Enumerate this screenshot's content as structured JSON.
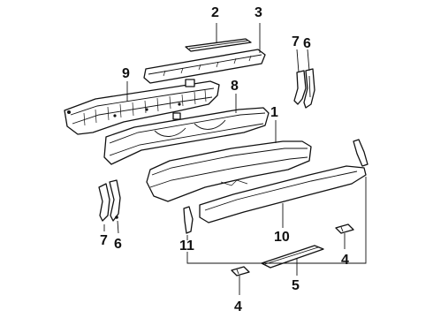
{
  "callouts": {
    "c1": "1",
    "c2": "2",
    "c3": "3",
    "c4a": "4",
    "c4b": "4",
    "c5": "5",
    "c6a": "6",
    "c6b": "6",
    "c7a": "7",
    "c7b": "7",
    "c8": "8",
    "c9": "9",
    "c10": "10",
    "c11": "11"
  }
}
